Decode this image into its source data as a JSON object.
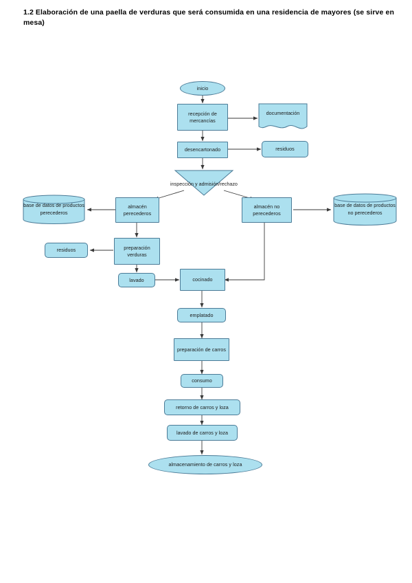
{
  "document": {
    "heading_number": "1.2",
    "heading_text": "Elaboración de una paella de verduras que será consumida en una residencia de mayores (se sirve en mesa)"
  },
  "colors": {
    "node_fill": "#ACE0EF",
    "node_border": "#4A7A96",
    "edge": "#3A3A3A",
    "text": "#1B1B1B",
    "page_background": "#FFFFFF"
  },
  "chart_data": {
    "type": "diagram",
    "diagram_kind": "flowchart",
    "title": "Elaboración de una paella de verduras",
    "nodes": [
      {
        "id": "inicio",
        "label": "inicio",
        "shape": "oval"
      },
      {
        "id": "recepcion",
        "label": "recepción de mercancías",
        "shape": "process"
      },
      {
        "id": "documentacion",
        "label": "documentación",
        "shape": "document"
      },
      {
        "id": "desencartonado",
        "label": "desencartonado",
        "shape": "process"
      },
      {
        "id": "residuos1",
        "label": "residuos",
        "shape": "rounded-rect"
      },
      {
        "id": "inspeccion",
        "label": "inspección y admisión/rechazo",
        "shape": "triangle"
      },
      {
        "id": "bd_perecederos",
        "label": "base de datos de productos perecederos",
        "shape": "cylinder"
      },
      {
        "id": "alm_perecederos",
        "label": "almacén perecederos",
        "shape": "process"
      },
      {
        "id": "alm_no_perecederos",
        "label": "almacén no perecederos",
        "shape": "process"
      },
      {
        "id": "bd_no_perecederos",
        "label": "base de datos de productos no perecederos",
        "shape": "cylinder"
      },
      {
        "id": "residuos2",
        "label": "residuos",
        "shape": "rounded-rect"
      },
      {
        "id": "prep_verduras",
        "label": "preparación verduras",
        "shape": "process"
      },
      {
        "id": "lavado",
        "label": "lavado",
        "shape": "rounded-rect"
      },
      {
        "id": "cocinado",
        "label": "cocinado",
        "shape": "process"
      },
      {
        "id": "emplatado",
        "label": "emplatado",
        "shape": "rounded-rect"
      },
      {
        "id": "prep_carros",
        "label": "preparación de carros",
        "shape": "process"
      },
      {
        "id": "consumo",
        "label": "consumo",
        "shape": "rounded-rect"
      },
      {
        "id": "retorno",
        "label": "retorno de carros y loza",
        "shape": "rounded-rect"
      },
      {
        "id": "lavado_carros",
        "label": "lavado de carros y loza",
        "shape": "rounded-rect"
      },
      {
        "id": "almacenamiento",
        "label": "almacenamiento de carros y loza",
        "shape": "oval"
      }
    ],
    "edges": [
      {
        "from": "inicio",
        "to": "recepcion"
      },
      {
        "from": "recepcion",
        "to": "documentacion"
      },
      {
        "from": "recepcion",
        "to": "desencartonado"
      },
      {
        "from": "desencartonado",
        "to": "residuos1"
      },
      {
        "from": "desencartonado",
        "to": "inspeccion"
      },
      {
        "from": "inspeccion",
        "to": "alm_perecederos"
      },
      {
        "from": "inspeccion",
        "to": "alm_no_perecederos"
      },
      {
        "from": "alm_perecederos",
        "to": "bd_perecederos"
      },
      {
        "from": "alm_no_perecederos",
        "to": "bd_no_perecederos"
      },
      {
        "from": "alm_perecederos",
        "to": "prep_verduras"
      },
      {
        "from": "prep_verduras",
        "to": "residuos2"
      },
      {
        "from": "prep_verduras",
        "to": "lavado"
      },
      {
        "from": "lavado",
        "to": "cocinado"
      },
      {
        "from": "alm_no_perecederos",
        "to": "cocinado"
      },
      {
        "from": "cocinado",
        "to": "emplatado"
      },
      {
        "from": "emplatado",
        "to": "prep_carros"
      },
      {
        "from": "prep_carros",
        "to": "consumo"
      },
      {
        "from": "consumo",
        "to": "retorno"
      },
      {
        "from": "retorno",
        "to": "lavado_carros"
      },
      {
        "from": "lavado_carros",
        "to": "almacenamiento"
      }
    ]
  }
}
